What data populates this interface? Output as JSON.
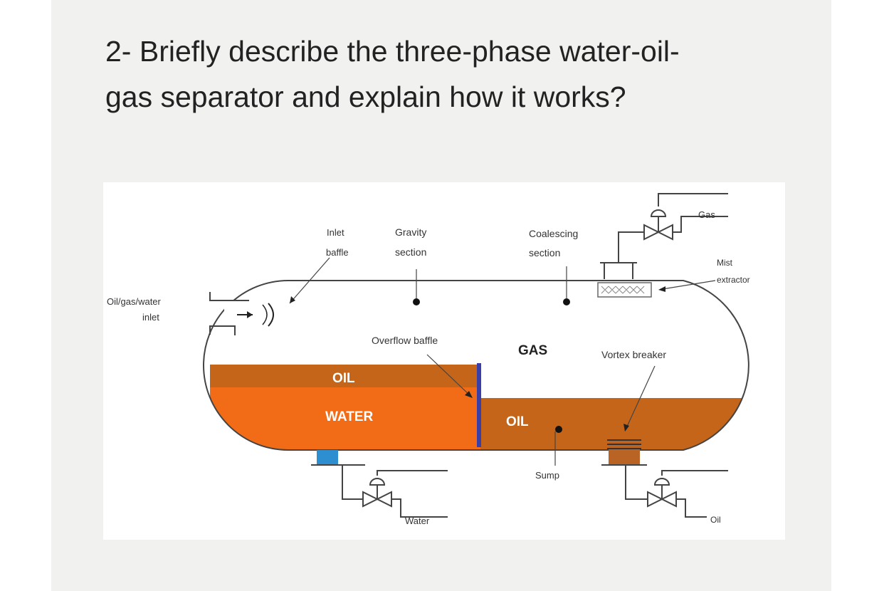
{
  "question": {
    "line1": "2- Briefly describe the three-phase water-oil-",
    "line2": "gas separator and explain how it works?"
  },
  "diagram": {
    "labels": {
      "inlet_line1": "Oil/gas/water",
      "inlet_line2": "inlet",
      "inlet_baffle_line1": "Inlet",
      "inlet_baffle_line2": "baffle",
      "gravity_line1": "Gravity",
      "gravity_line2": "section",
      "coalescing_line1": "Coalescing",
      "coalescing_line2": "section",
      "gas_outlet": "Gas",
      "mist_line1": "Mist",
      "mist_line2": "extractor",
      "overflow_baffle": "Overflow baffle",
      "gas_phase": "GAS",
      "vortex_breaker": "Vortex breaker",
      "oil_left": "OIL",
      "water": "WATER",
      "oil_right": "OIL",
      "sump": "Sump",
      "water_outlet": "Water",
      "oil_outlet": "Oil"
    },
    "colors": {
      "oil": "#c4651a",
      "water": "#f26c18",
      "baffle": "#3a3fa8",
      "water_nozzle": "#2e8fd0",
      "oil_nozzle": "#b96424",
      "outline": "#444444"
    }
  }
}
